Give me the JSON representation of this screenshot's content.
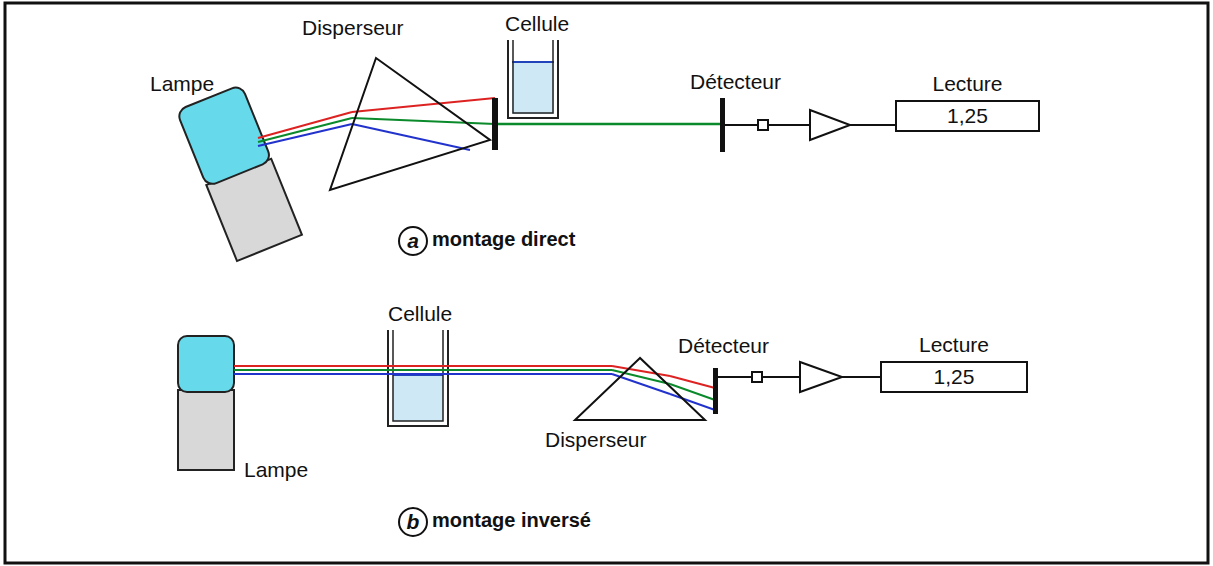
{
  "diagram": {
    "nodes": [
      {
        "text": [
          "Lecture",
          "1,25"
        ]
      },
      {
        "text": [
          "a"
        ]
      },
      {
        "text": [
          "Lecture",
          "1,25"
        ]
      },
      {
        "text": [
          "b"
        ]
      }
    ],
    "labels": [
      "Disperseur",
      "Cellule",
      "Lampe",
      "Détecteur",
      "montage direct",
      "Cellule",
      "Détecteur",
      "Lampe",
      "Disperseur",
      "montage inversé"
    ]
  }
}
